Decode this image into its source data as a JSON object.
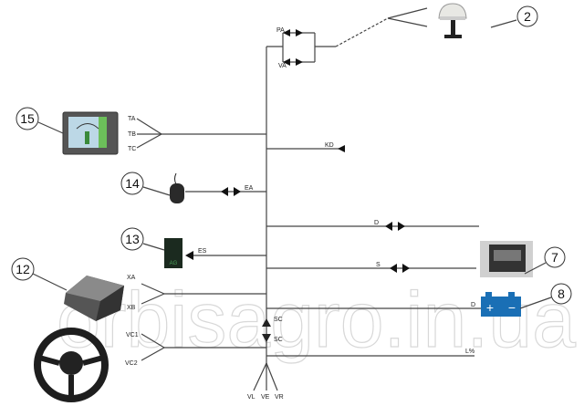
{
  "connectors": {
    "pa": "PA",
    "va": "VA",
    "kd": "KD",
    "ta": "TA",
    "tb": "TB",
    "tc": "TC",
    "ea": "EA",
    "d1": "D",
    "es": "ES",
    "s": "S",
    "xa": "XA",
    "xb": "XB",
    "d2": "D",
    "sc1": "SC",
    "sc2": "SC",
    "vc1": "VC1",
    "vc2": "VC2",
    "l": "L%",
    "vl": "VL",
    "ve": "VE",
    "vr": "VR"
  },
  "components": {
    "n2": "2",
    "n7": "7",
    "n8": "8",
    "n12": "12",
    "n13": "13",
    "n14": "14",
    "n15": "15",
    "switch_label": "AG",
    "battery_plus": "+",
    "battery_minus": "−"
  },
  "watermark": "orbisagro.in.ua"
}
